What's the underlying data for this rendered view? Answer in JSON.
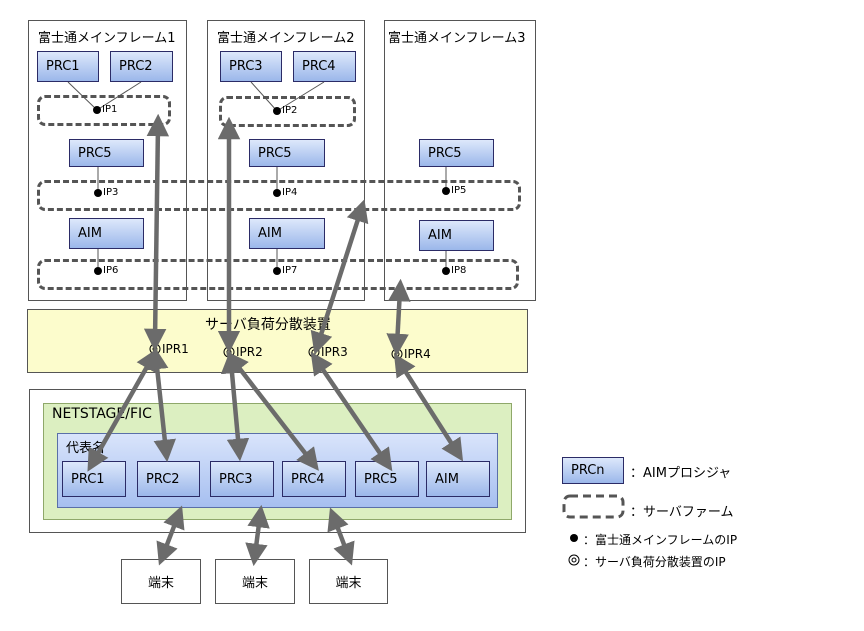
{
  "mainframes": [
    {
      "title": "富士通メインフレーム1"
    },
    {
      "title": "富士通メインフレーム2"
    },
    {
      "title": "富士通メインフレーム3"
    }
  ],
  "prc_boxes": {
    "mf1_prc1": "PRC1",
    "mf1_prc2": "PRC2",
    "mf2_prc3": "PRC3",
    "mf2_prc4": "PRC4",
    "mf1_prc5": "PRC5",
    "mf2_prc5": "PRC5",
    "mf3_prc5": "PRC5",
    "mf1_aim": "AIM",
    "mf2_aim": "AIM",
    "mf3_aim": "AIM"
  },
  "ips": {
    "ip1": "IP1",
    "ip2": "IP2",
    "ip3": "IP3",
    "ip4": "IP4",
    "ip5": "IP5",
    "ip6": "IP6",
    "ip7": "IP7",
    "ip8": "IP8"
  },
  "load_balancer": {
    "title": "サーバ負荷分散装置",
    "iprs": [
      "IPR1",
      "IPR2",
      "IPR3",
      "IPR4"
    ]
  },
  "netstage": {
    "title": "NETSTAGE/FIC",
    "rep_title": "代表名",
    "items": [
      "PRC1",
      "PRC2",
      "PRC3",
      "PRC4",
      "PRC5",
      "AIM"
    ]
  },
  "terminals": [
    "端末",
    "端末",
    "端末"
  ],
  "legend": {
    "prc_sample": "PRCn",
    "prc_text": "：AIMプロシジャ",
    "farm_text": "：サーバファーム",
    "ip_text": "：富士通メインフレームのIP",
    "ipr_text": "：サーバ負荷分散装置のIP"
  },
  "colors": {
    "arrow": "#6b6b6b",
    "prc_fill": "#b3c7f0",
    "lb_fill": "#fcfccc",
    "ns_fill": "#dcefc1"
  }
}
